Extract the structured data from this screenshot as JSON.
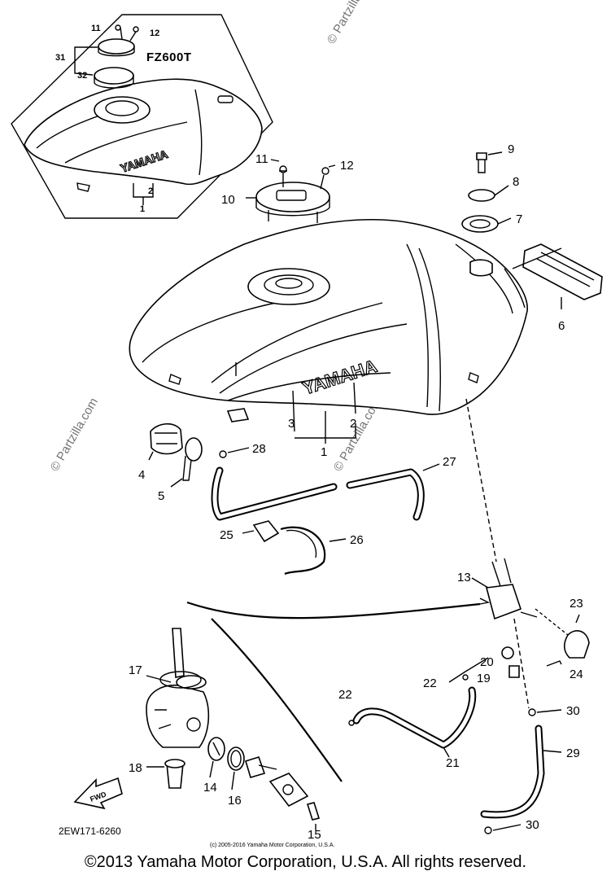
{
  "inset": {
    "model_label": "FZ600T",
    "brand_text": "YAMAHA",
    "callouts": [
      "11",
      "12",
      "31",
      "32",
      "2",
      "1"
    ]
  },
  "main": {
    "brand_text": "YAMAHA",
    "callouts": {
      "c1": "1",
      "c2": "2",
      "c3": "3",
      "c4": "4",
      "c5": "5",
      "c6": "6",
      "c7": "7",
      "c8": "8",
      "c9": "9",
      "c10": "10",
      "c11": "11",
      "c12": "12",
      "c13": "13",
      "c14": "14",
      "c15": "15",
      "c16": "16",
      "c17": "17",
      "c18": "18",
      "c19": "19",
      "c20": "20",
      "c21": "21",
      "c22a": "22",
      "c22b": "22",
      "c23": "23",
      "c24": "24",
      "c25": "25",
      "c26": "26",
      "c27": "27",
      "c28": "28",
      "c29": "29",
      "c30a": "30",
      "c30b": "30"
    }
  },
  "fwd_label": "FWD",
  "part_code": "2EW171-6260",
  "small_copyright": "(c) 2005-2016 Yamaha Motor Corporation, U.S.A.",
  "watermarks": [
    "© Partzilla.com",
    "© Partzilla.com",
    "© Partzilla.com"
  ],
  "footer": "©2013 Yamaha Motor Corporation, U.S.A. All rights reserved."
}
